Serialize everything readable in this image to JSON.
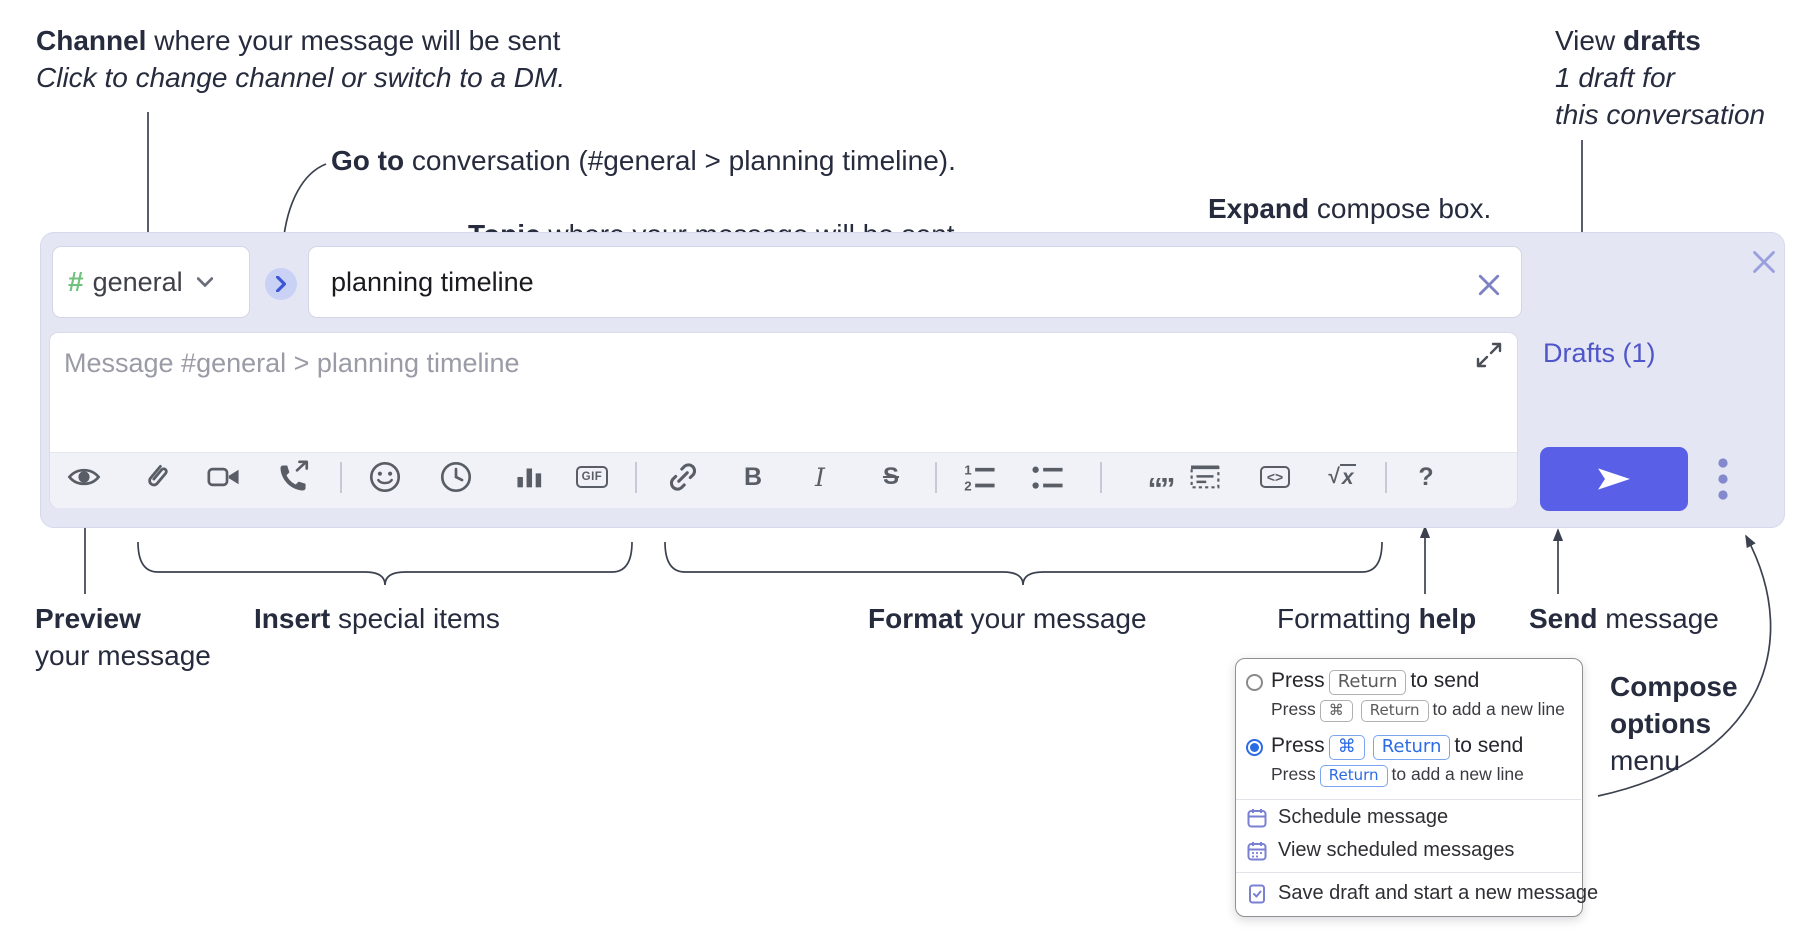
{
  "annotations": {
    "channel": {
      "bold": "Channel",
      "rest": " where your message will be sent",
      "line2": "Click to change channel or switch to a DM."
    },
    "goto": {
      "bold": "Go to",
      "rest": " conversation (#general > planning timeline)."
    },
    "topic": {
      "bold": "Topic",
      "rest": " where your message will be sent"
    },
    "expand": {
      "bold": "Expand",
      "rest": " compose box."
    },
    "view_drafts": {
      "pre": "View ",
      "bold": "drafts",
      "line2": "1 draft for",
      "line3": "this conversation"
    },
    "preview": {
      "bold": "Preview",
      "line2": "your message"
    },
    "insert": {
      "bold": "Insert",
      "rest": " special items"
    },
    "format": {
      "bold": "Format",
      "rest": " your message"
    },
    "help": {
      "pre": "Formatting ",
      "bold": "help"
    },
    "send": {
      "bold": "Send",
      "rest": " message"
    },
    "compose_options": {
      "line1": "Compose",
      "line2": "options",
      "line3": "menu"
    }
  },
  "compose": {
    "channel_selector": {
      "hash": "#",
      "name": "general"
    },
    "topic_value": "planning timeline",
    "message_placeholder": "Message #general > planning timeline",
    "drafts_link": "Drafts (1)",
    "toolbar": {
      "gif": "GIF",
      "bold": "B",
      "italic": "I",
      "strike": "S",
      "quote": "“”",
      "code": "<>",
      "math_sqrt": "√",
      "math_x": "x",
      "help": "?",
      "ol_1": "1",
      "ol_2": "2"
    }
  },
  "menu": {
    "press": "Press",
    "to_send": "to send",
    "add_new_line": "to add a new line",
    "key_cmd": "⌘",
    "key_return": "Return",
    "items": [
      "Schedule message",
      "View scheduled messages",
      "Save draft and start a new message"
    ]
  },
  "colors": {
    "compose_bg": "#e4e6f4",
    "send_accent": "#5a5fe8",
    "drafts_link": "#4f56c9",
    "hash_green": "#6fc17c",
    "radio_selected": "#2b6be4",
    "menu_icon_purple": "#7a80d2"
  }
}
